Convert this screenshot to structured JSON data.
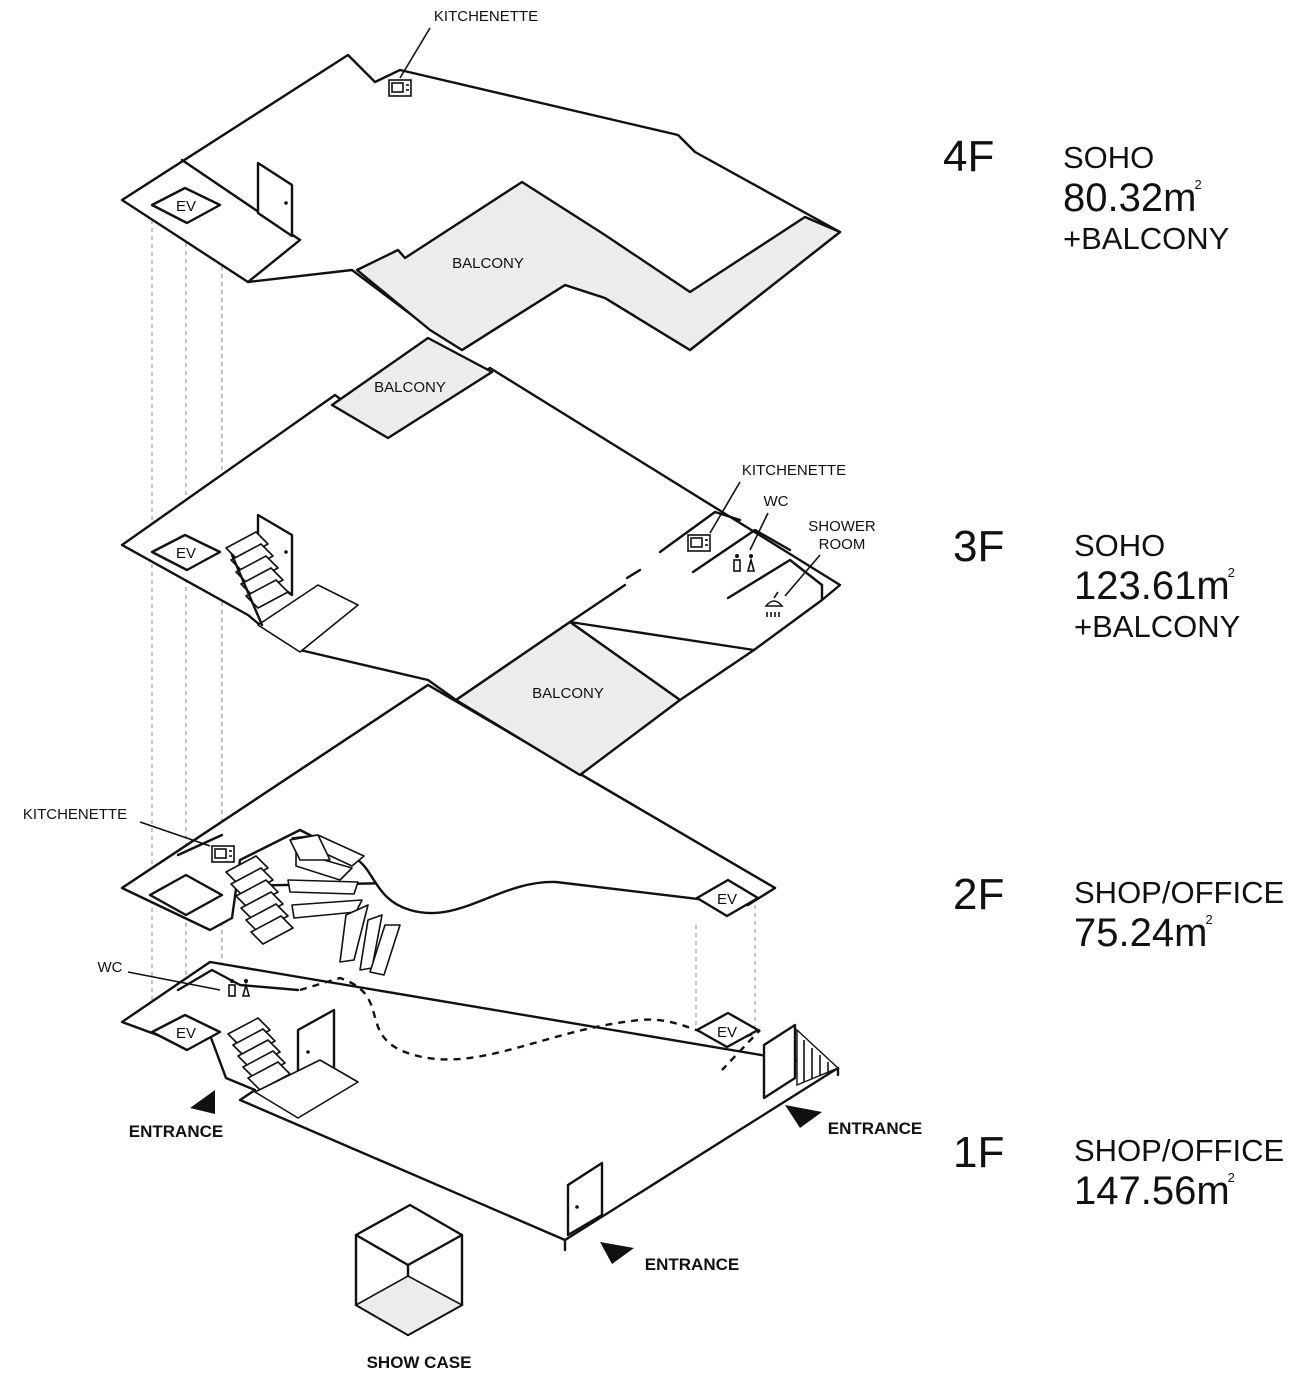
{
  "floors": [
    {
      "level": "4F",
      "use": "SOHO",
      "area": "80.32",
      "unit": "m",
      "sup": "2",
      "extra": "+BALCONY"
    },
    {
      "level": "3F",
      "use": "SOHO",
      "area": "123.61",
      "unit": "m",
      "sup": "2",
      "extra": "+BALCONY"
    },
    {
      "level": "2F",
      "use": "SHOP/OFFICE",
      "area": "75.24",
      "unit": "m",
      "sup": "2",
      "extra": ""
    },
    {
      "level": "1F",
      "use": "SHOP/OFFICE",
      "area": "147.56",
      "unit": "m",
      "sup": "2",
      "extra": ""
    }
  ],
  "labels": {
    "kitchenette": "KITCHENETTE",
    "balcony": "BALCONY",
    "ev": "EV",
    "wc": "WC",
    "shower_line1": "SHOWER",
    "shower_line2": "ROOM",
    "entrance": "ENTRANCE",
    "show_case": "SHOW CASE"
  }
}
